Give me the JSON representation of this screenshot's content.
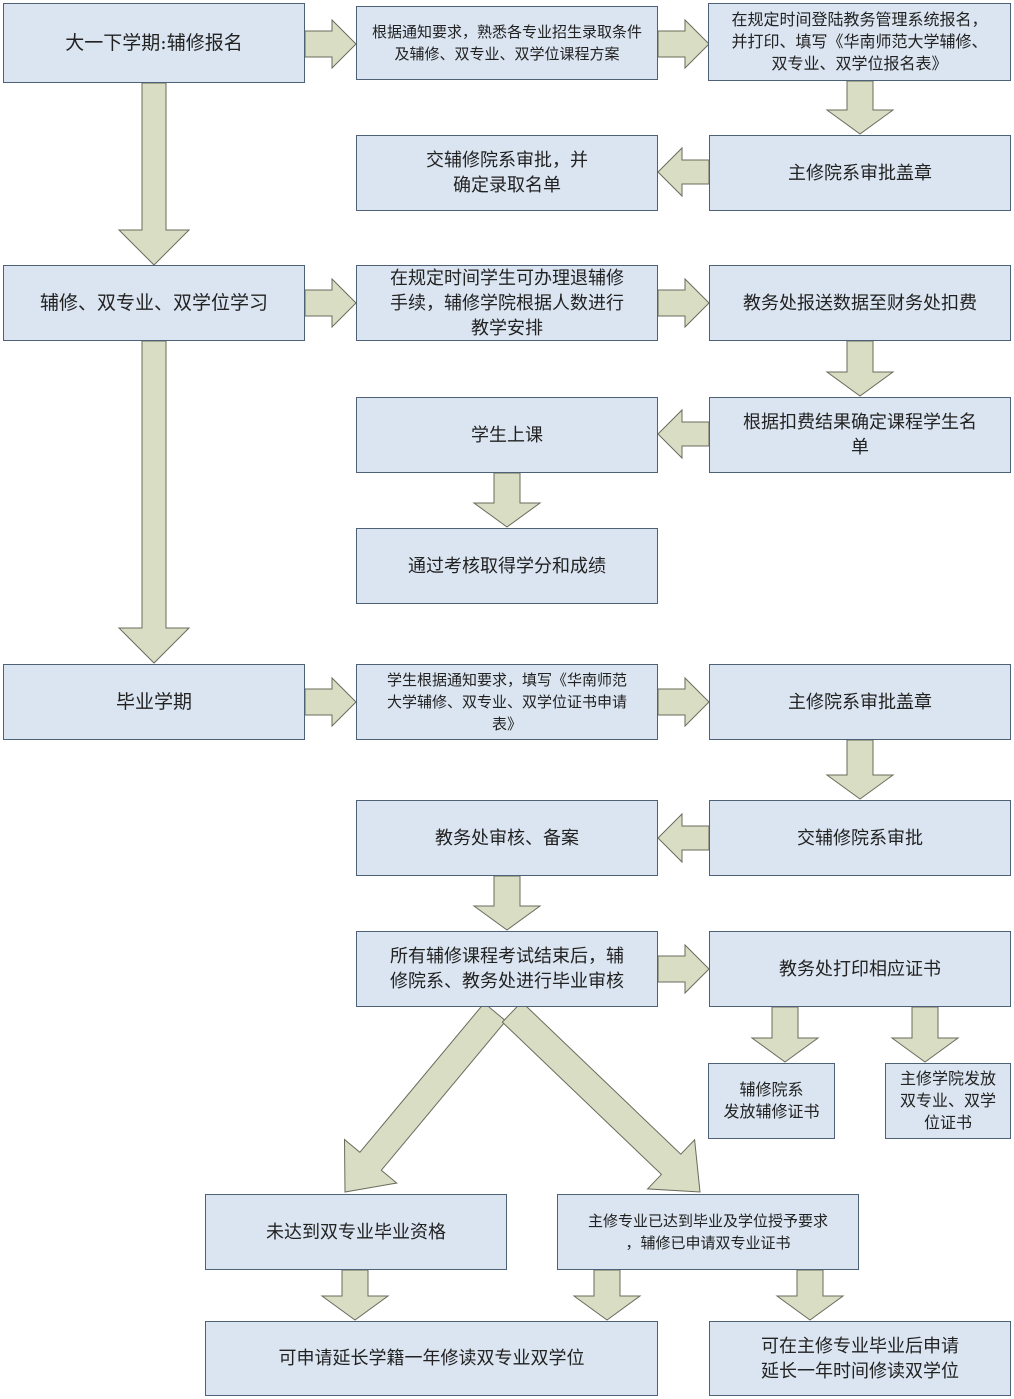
{
  "boxes": {
    "semester2_signup": "大一下学期:辅修报名",
    "read_notice": "根据通知要求，熟悉各专业招生录取条件\n及辅修、双专业、双学位课程方案",
    "online_signup": "在规定时间登陆教务管理系统报名，\n并打印、填写《华南师范大学辅修、\n双专业、双学位报名表》",
    "major_dept_stamp_1": "主修院系审批盖章",
    "minor_dept_approve_admit": "交辅修院系审批，并\n确定录取名单",
    "study": "辅修、双专业、双学位学习",
    "withdraw_arrange": "在规定时间学生可办理退辅修\n手续，辅修学院根据人数进行\n教学安排",
    "send_finance": "教务处报送数据至财务处扣费",
    "confirm_list": "根据扣费结果确定课程学生名\n单",
    "attend_class": "学生上课",
    "pass_exam": "通过考核取得学分和成绩",
    "graduation_semester": "毕业学期",
    "fill_certificate_form": "学生根据通知要求，填写《华南师范\n大学辅修、双专业、双学位证书申请\n表》",
    "major_dept_stamp_2": "主修院系审批盖章",
    "submit_minor_dept": "交辅修院系审批",
    "academic_affairs_review": "教务处审核、备案",
    "graduation_audit": "所有辅修课程考试结束后，辅\n修院系、教务处进行毕业审核",
    "print_certificate": "教务处打印相应证书",
    "minor_cert_issue": "辅修院系\n发放辅修证书",
    "double_cert_issue": "主修学院发放\n双专业、双学\n位证书",
    "not_qualified": "未达到双专业毕业资格",
    "major_met": "主修专业已达到毕业及学位授予要求\n，辅修已申请双专业证书",
    "extend_one_year": "可申请延长学籍一年修读双专业双学位",
    "extend_after_grad": "可在主修专业毕业后申请\n延长一年时间修读双学位"
  }
}
